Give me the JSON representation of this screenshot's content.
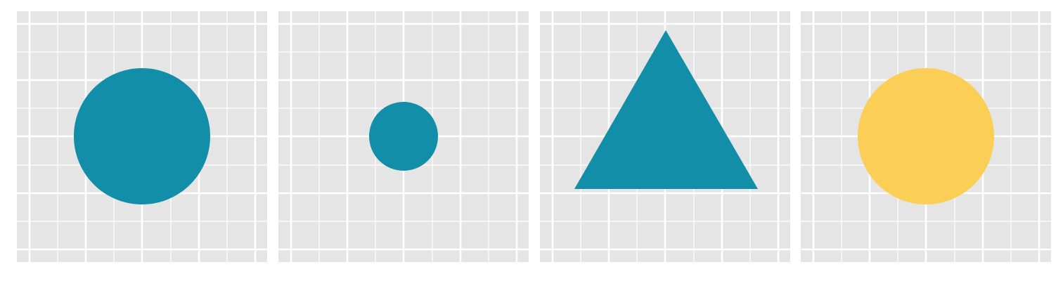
{
  "panels": [
    {
      "shape": "circle",
      "size": "large",
      "color": "#138EA8"
    },
    {
      "shape": "circle",
      "size": "small",
      "color": "#138EA8"
    },
    {
      "shape": "triangle",
      "size": "large",
      "color": "#138EA8"
    },
    {
      "shape": "circle",
      "size": "large",
      "color": "#FBCF55"
    }
  ],
  "colors": {
    "panel_background": "#E5E5E5",
    "grid_line": "#FFFFFF",
    "page_background": "#FFFFFF"
  }
}
